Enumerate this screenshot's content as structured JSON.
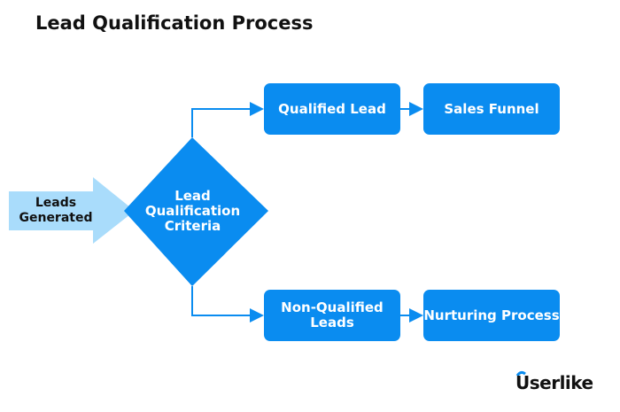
{
  "title": "Lead Qualification Process",
  "nodes": {
    "input": "Leads Generated",
    "decision": "Lead Qualification Criteria",
    "qualified": "Qualified Lead",
    "sales": "Sales Funnel",
    "nonqualified": "Non-Qualified Leads",
    "nurturing": "Nurturing Process"
  },
  "brand": "Userlike",
  "colors": {
    "primary": "#0a8cf0",
    "light": "#a9dcfb"
  }
}
